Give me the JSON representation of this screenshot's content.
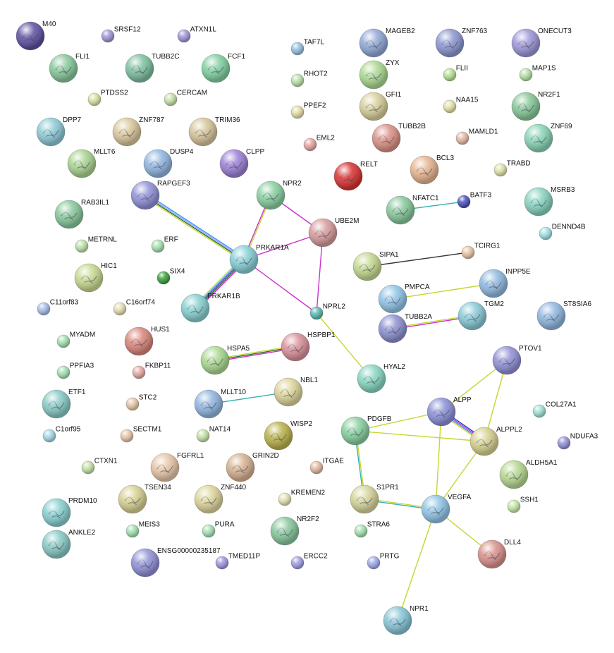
{
  "nodes": [
    {
      "id": "M40",
      "label": "M40",
      "color": "#5b4fa0",
      "size": "large",
      "textured": true
    },
    {
      "id": "SRSF12",
      "label": "SRSF12",
      "color": "#9d95d6",
      "size": "small",
      "textured": false
    },
    {
      "id": "ATXN1L",
      "label": "ATXN1L",
      "color": "#9d95d6",
      "size": "small",
      "textured": false
    },
    {
      "id": "TAF7L",
      "label": "TAF7L",
      "color": "#93bfdf",
      "size": "small",
      "textured": false
    },
    {
      "id": "MAGEB2",
      "label": "MAGEB2",
      "color": "#8fa7d6",
      "size": "large",
      "textured": true
    },
    {
      "id": "ZNF763",
      "label": "ZNF763",
      "color": "#8a95cf",
      "size": "large",
      "textured": true
    },
    {
      "id": "ONECUT3",
      "label": "ONECUT3",
      "color": "#9b96d8",
      "size": "large",
      "textured": true
    },
    {
      "id": "FLI1",
      "label": "FLI1",
      "color": "#86c79b",
      "size": "large",
      "textured": true
    },
    {
      "id": "TUBB2C",
      "label": "TUBB2C",
      "color": "#7cbf9e",
      "size": "large",
      "textured": true
    },
    {
      "id": "FCF1",
      "label": "FCF1",
      "color": "#7ecf9f",
      "size": "large",
      "textured": true
    },
    {
      "id": "RHOT2",
      "label": "RHOT2",
      "color": "#b9e0a8",
      "size": "small",
      "textured": false
    },
    {
      "id": "ZYX",
      "label": "ZYX",
      "color": "#a9d88f",
      "size": "large",
      "textured": true
    },
    {
      "id": "FLII",
      "label": "FLII",
      "color": "#b2e08f",
      "size": "small",
      "textured": false
    },
    {
      "id": "MAP1S",
      "label": "MAP1S",
      "color": "#b2e0a8",
      "size": "small",
      "textured": false
    },
    {
      "id": "PTDSS2",
      "label": "PTDSS2",
      "color": "#d9e0a1",
      "size": "small",
      "textured": false
    },
    {
      "id": "CERCAM",
      "label": "CERCAM",
      "color": "#c4e0a6",
      "size": "small",
      "textured": false
    },
    {
      "id": "PPEF2",
      "label": "PPEF2",
      "color": "#e3dca6",
      "size": "small",
      "textured": false
    },
    {
      "id": "GFI1",
      "label": "GFI1",
      "color": "#d6cf9a",
      "size": "large",
      "textured": true
    },
    {
      "id": "NAA15",
      "label": "NAA15",
      "color": "#e3e0a6",
      "size": "small",
      "textured": false
    },
    {
      "id": "NR2F1",
      "label": "NR2F1",
      "color": "#86c797",
      "size": "large",
      "textured": true
    },
    {
      "id": "DPP7",
      "label": "DPP7",
      "color": "#8cc9d6",
      "size": "large",
      "textured": true
    },
    {
      "id": "ZNF787",
      "label": "ZNF787",
      "color": "#d9c79a",
      "size": "large",
      "textured": true
    },
    {
      "id": "TRIM36",
      "label": "TRIM36",
      "color": "#d6c49a",
      "size": "large",
      "textured": true
    },
    {
      "id": "EML2",
      "label": "EML2",
      "color": "#e6a3a3",
      "size": "small",
      "textured": false
    },
    {
      "id": "TUBB2B",
      "label": "TUBB2B",
      "color": "#d98f84",
      "size": "large",
      "textured": true
    },
    {
      "id": "MAMLD1",
      "label": "MAMLD1",
      "color": "#e6b8a3",
      "size": "small",
      "textured": false
    },
    {
      "id": "ZNF69",
      "label": "ZNF69",
      "color": "#86d3b5",
      "size": "large",
      "textured": true
    },
    {
      "id": "MLLT6",
      "label": "MLLT6",
      "color": "#a9d38f",
      "size": "large",
      "textured": true
    },
    {
      "id": "DUSP4",
      "label": "DUSP4",
      "color": "#8fb5df",
      "size": "large",
      "textured": true
    },
    {
      "id": "CLPP",
      "label": "CLPP",
      "color": "#9b7fd6",
      "size": "large",
      "textured": true
    },
    {
      "id": "RELT",
      "label": "RELT",
      "color": "#d93030",
      "size": "large",
      "textured": true
    },
    {
      "id": "BCL3",
      "label": "BCL3",
      "color": "#e6b38f",
      "size": "large",
      "textured": true
    },
    {
      "id": "TRABD",
      "label": "TRABD",
      "color": "#dde0a6",
      "size": "small",
      "textured": false
    },
    {
      "id": "RAPGEF3",
      "label": "RAPGEF3",
      "color": "#8f8fd6",
      "size": "large",
      "textured": true
    },
    {
      "id": "NPR2",
      "label": "NPR2",
      "color": "#86cf9e",
      "size": "large",
      "textured": true
    },
    {
      "id": "MSRB3",
      "label": "MSRB3",
      "color": "#86d3c0",
      "size": "large",
      "textured": true
    },
    {
      "id": "RAB3IL1",
      "label": "RAB3IL1",
      "color": "#86c79b",
      "size": "large",
      "textured": true
    },
    {
      "id": "NFATC1",
      "label": "NFATC1",
      "color": "#86c79b",
      "size": "large",
      "textured": true
    },
    {
      "id": "BATF3",
      "label": "BATF3",
      "color": "#4a4fb8",
      "size": "small",
      "textured": false
    },
    {
      "id": "UBE2M",
      "label": "UBE2M",
      "color": "#d69a9a",
      "size": "large",
      "textured": true
    },
    {
      "id": "DENND4B",
      "label": "DENND4B",
      "color": "#9fe0e3",
      "size": "small",
      "textured": false
    },
    {
      "id": "METRNL",
      "label": "METRNL",
      "color": "#b9e0a8",
      "size": "small",
      "textured": false
    },
    {
      "id": "ERF",
      "label": "ERF",
      "color": "#a3e0b0",
      "size": "small",
      "textured": false
    },
    {
      "id": "PRKAR1A",
      "label": "PRKAR1A",
      "color": "#86cfd6",
      "size": "large",
      "textured": true
    },
    {
      "id": "TCIRG1",
      "label": "TCIRG1",
      "color": "#e6c4a6",
      "size": "small",
      "textured": false
    },
    {
      "id": "SIPA1",
      "label": "SIPA1",
      "color": "#c4d88f",
      "size": "large",
      "textured": true
    },
    {
      "id": "INPP5E",
      "label": "INPP5E",
      "color": "#8fb8df",
      "size": "large",
      "textured": true
    },
    {
      "id": "HIC1",
      "label": "HIC1",
      "color": "#c7d88f",
      "size": "large",
      "textured": true
    },
    {
      "id": "SIX4",
      "label": "SIX4",
      "color": "#3aa03a",
      "size": "small",
      "textured": false
    },
    {
      "id": "PMPCA",
      "label": "PMPCA",
      "color": "#8fc4e6",
      "size": "large",
      "textured": true
    },
    {
      "id": "C11orf83",
      "label": "C11orf83",
      "color": "#a3bce6",
      "size": "small",
      "textured": false
    },
    {
      "id": "C16orf74",
      "label": "C16orf74",
      "color": "#e3dcb0",
      "size": "small",
      "textured": false
    },
    {
      "id": "PRKAR1B",
      "label": "PRKAR1B",
      "color": "#86cfcf",
      "size": "large",
      "textured": true
    },
    {
      "id": "NPRL2",
      "label": "NPRL2",
      "color": "#56b8b0",
      "size": "small",
      "textured": false
    },
    {
      "id": "TUBB2A",
      "label": "TUBB2A",
      "color": "#8a8fcf",
      "size": "large",
      "textured": true
    },
    {
      "id": "TGM2",
      "label": "TGM2",
      "color": "#86c9d6",
      "size": "large",
      "textured": true
    },
    {
      "id": "ST8SIA6",
      "label": "ST8SIA6",
      "color": "#8fb5df",
      "size": "large",
      "textured": true
    },
    {
      "id": "MYADM",
      "label": "MYADM",
      "color": "#a3e0b0",
      "size": "small",
      "textured": false
    },
    {
      "id": "HUS1",
      "label": "HUS1",
      "color": "#d9847a",
      "size": "large",
      "textured": true
    },
    {
      "id": "HSPBP1",
      "label": "HSPBP1",
      "color": "#d98f9a",
      "size": "large",
      "textured": true
    },
    {
      "id": "HSPA5",
      "label": "HSPA5",
      "color": "#a9d88f",
      "size": "large",
      "textured": true
    },
    {
      "id": "PTOV1",
      "label": "PTOV1",
      "color": "#8f8fd6",
      "size": "large",
      "textured": true
    },
    {
      "id": "PPFIA3",
      "label": "PPFIA3",
      "color": "#a3e0b0",
      "size": "small",
      "textured": false
    },
    {
      "id": "FKBP11",
      "label": "FKBP11",
      "color": "#e6a8a3",
      "size": "small",
      "textured": false
    },
    {
      "id": "HYAL2",
      "label": "HYAL2",
      "color": "#86d6c0",
      "size": "large",
      "textured": true
    },
    {
      "id": "ETF1",
      "label": "ETF1",
      "color": "#86c9c4",
      "size": "large",
      "textured": true
    },
    {
      "id": "STC2",
      "label": "STC2",
      "color": "#e6c4a6",
      "size": "small",
      "textured": false
    },
    {
      "id": "MLLT10",
      "label": "MLLT10",
      "color": "#8fb5df",
      "size": "large",
      "textured": true
    },
    {
      "id": "NBL1",
      "label": "NBL1",
      "color": "#dcd49a",
      "size": "large",
      "textured": true
    },
    {
      "id": "ALPP",
      "label": "ALPP",
      "color": "#8a8fd6",
      "size": "large",
      "textured": true
    },
    {
      "id": "COL27A1",
      "label": "COL27A1",
      "color": "#9fe0d0",
      "size": "small",
      "textured": false
    },
    {
      "id": "PDGFB",
      "label": "PDGFB",
      "color": "#86cf9e",
      "size": "large",
      "textured": true
    },
    {
      "id": "ALPPL2",
      "label": "ALPPL2",
      "color": "#d6d08f",
      "size": "large",
      "textured": true
    },
    {
      "id": "C1orf95",
      "label": "C1orf95",
      "color": "#a3d6e6",
      "size": "small",
      "textured": false
    },
    {
      "id": "SECTM1",
      "label": "SECTM1",
      "color": "#e6c4a6",
      "size": "small",
      "textured": false
    },
    {
      "id": "NAT14",
      "label": "NAT14",
      "color": "#c4e0a6",
      "size": "small",
      "textured": false
    },
    {
      "id": "WISP2",
      "label": "WISP2",
      "color": "#b8b04a",
      "size": "large",
      "textured": true
    },
    {
      "id": "NDUFA3",
      "label": "NDUFA3",
      "color": "#8f8fd6",
      "size": "small",
      "textured": false
    },
    {
      "id": "CTXN1",
      "label": "CTXN1",
      "color": "#c4e0a6",
      "size": "small",
      "textured": false
    },
    {
      "id": "FGFRL1",
      "label": "FGFRL1",
      "color": "#e6c4a6",
      "size": "large",
      "textured": true
    },
    {
      "id": "GRIN2D",
      "label": "GRIN2D",
      "color": "#d6b08f",
      "size": "large",
      "textured": true
    },
    {
      "id": "ITGAE",
      "label": "ITGAE",
      "color": "#e6b8a3",
      "size": "small",
      "textured": false
    },
    {
      "id": "ALDH5A1",
      "label": "ALDH5A1",
      "color": "#b5d88f",
      "size": "large",
      "textured": true
    },
    {
      "id": "TSEN34",
      "label": "TSEN34",
      "color": "#d6d08f",
      "size": "large",
      "textured": true
    },
    {
      "id": "ZNF440",
      "label": "ZNF440",
      "color": "#dcd49a",
      "size": "large",
      "textured": true
    },
    {
      "id": "KREMEN2",
      "label": "KREMEN2",
      "color": "#e3e0b0",
      "size": "small",
      "textured": false
    },
    {
      "id": "S1PR1",
      "label": "S1PR1",
      "color": "#d6d49a",
      "size": "large",
      "textured": true
    },
    {
      "id": "SSH1",
      "label": "SSH1",
      "color": "#c4e6a3",
      "size": "small",
      "textured": false
    },
    {
      "id": "PRDM10",
      "label": "PRDM10",
      "color": "#86cfcf",
      "size": "large",
      "textured": true
    },
    {
      "id": "VEGFA",
      "label": "VEGFA",
      "color": "#8fc4e6",
      "size": "large",
      "textured": true
    },
    {
      "id": "ANKLE2",
      "label": "ANKLE2",
      "color": "#86c9c4",
      "size": "large",
      "textured": true
    },
    {
      "id": "MEIS3",
      "label": "MEIS3",
      "color": "#a3e0b0",
      "size": "small",
      "textured": false
    },
    {
      "id": "PURA",
      "label": "PURA",
      "color": "#a3e0b0",
      "size": "small",
      "textured": false
    },
    {
      "id": "NR2F2",
      "label": "NR2F2",
      "color": "#86c79b",
      "size": "large",
      "textured": true
    },
    {
      "id": "STRA6",
      "label": "STRA6",
      "color": "#a3e0b0",
      "size": "small",
      "textured": false
    },
    {
      "id": "DLL4",
      "label": "DLL4",
      "color": "#d98f8a",
      "size": "large",
      "textured": true
    },
    {
      "id": "ENSG00000235187",
      "label": "ENSG00000235187",
      "color": "#8f8fd6",
      "size": "large",
      "textured": true
    },
    {
      "id": "TMED11P",
      "label": "TMED11P",
      "color": "#9d95e0",
      "size": "small",
      "textured": false
    },
    {
      "id": "ERCC2",
      "label": "ERCC2",
      "color": "#9d9de0",
      "size": "small",
      "textured": false
    },
    {
      "id": "PRTG",
      "label": "PRTG",
      "color": "#9da8e6",
      "size": "small",
      "textured": false
    },
    {
      "id": "NPR1",
      "label": "NPR1",
      "color": "#86c4d6",
      "size": "large",
      "textured": true
    }
  ],
  "edges": [
    {
      "from": "RAPGEF3",
      "to": "PRKAR1A",
      "colors": [
        "#3399ff",
        "#a3a3ff",
        "#2a6f2a",
        "#c8d631"
      ]
    },
    {
      "from": "NPR2",
      "to": "PRKAR1A",
      "colors": [
        "#c8d631",
        "#cc33cc"
      ]
    },
    {
      "from": "NPR2",
      "to": "UBE2M",
      "colors": [
        "#cc33cc"
      ]
    },
    {
      "from": "UBE2M",
      "to": "PRKAR1A",
      "colors": [
        "#cc33cc"
      ]
    },
    {
      "from": "UBE2M",
      "to": "NPRL2",
      "colors": [
        "#cc33cc"
      ]
    },
    {
      "from": "PRKAR1A",
      "to": "NPRL2",
      "colors": [
        "#cc33cc"
      ]
    },
    {
      "from": "PRKAR1A",
      "to": "PRKAR1B",
      "colors": [
        "#cc33cc",
        "#2a6f2a",
        "#3333cc",
        "#3399ff",
        "#c8d631"
      ]
    },
    {
      "from": "NPRL2",
      "to": "HYAL2",
      "colors": [
        "#c8d631"
      ]
    },
    {
      "from": "NFATC1",
      "to": "BATF3",
      "colors": [
        "#33b3b3"
      ]
    },
    {
      "from": "SIPA1",
      "to": "TCIRG1",
      "colors": [
        "#333333"
      ]
    },
    {
      "from": "PMPCA",
      "to": "INPP5E",
      "colors": [
        "#c8d631"
      ]
    },
    {
      "from": "TUBB2A",
      "to": "TGM2",
      "colors": [
        "#c8d631",
        "#cc33cc"
      ]
    },
    {
      "from": "HSPA5",
      "to": "HSPBP1",
      "colors": [
        "#c8d631",
        "#2a6f2a",
        "#cc33cc"
      ]
    },
    {
      "from": "MLLT10",
      "to": "NBL1",
      "colors": [
        "#33b3b3"
      ]
    },
    {
      "from": "PTOV1",
      "to": "ALPP",
      "colors": [
        "#c8d631"
      ]
    },
    {
      "from": "PTOV1",
      "to": "ALPPL2",
      "colors": [
        "#c8d631"
      ]
    },
    {
      "from": "ALPP",
      "to": "ALPPL2",
      "colors": [
        "#3333cc",
        "#cc33cc",
        "#3399ff",
        "#c8d631"
      ]
    },
    {
      "from": "PDGFB",
      "to": "ALPP",
      "colors": [
        "#c8d631"
      ]
    },
    {
      "from": "PDGFB",
      "to": "ALPPL2",
      "colors": [
        "#c8d631"
      ]
    },
    {
      "from": "PDGFB",
      "to": "S1PR1",
      "colors": [
        "#c8d631",
        "#33b3b3"
      ]
    },
    {
      "from": "S1PR1",
      "to": "VEGFA",
      "colors": [
        "#c8d631",
        "#33b3b3"
      ]
    },
    {
      "from": "ALPP",
      "to": "VEGFA",
      "colors": [
        "#c8d631"
      ]
    },
    {
      "from": "ALPPL2",
      "to": "VEGFA",
      "colors": [
        "#c8d631"
      ]
    },
    {
      "from": "VEGFA",
      "to": "DLL4",
      "colors": [
        "#c8d631"
      ]
    },
    {
      "from": "VEGFA",
      "to": "NPR1",
      "colors": [
        "#c8d631"
      ]
    }
  ]
}
